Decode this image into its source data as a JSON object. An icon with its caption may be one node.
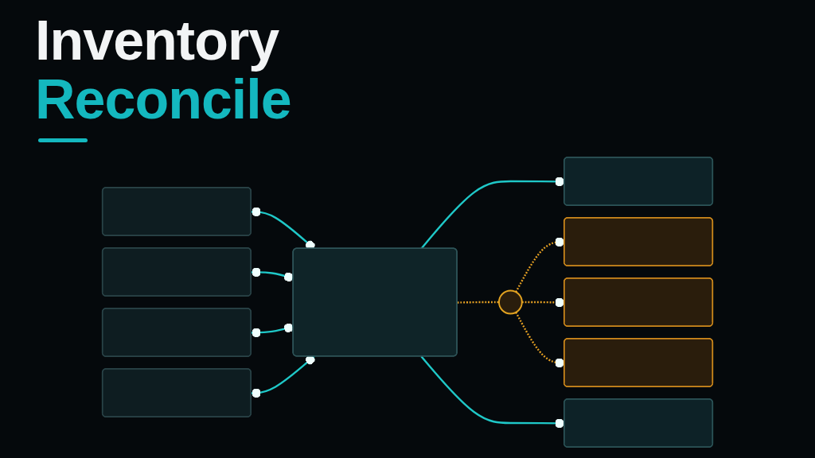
{
  "diagram": {
    "title": "Inventory Reconcile",
    "nodes": [
      {
        "text": [],
        "shape": "box"
      },
      {
        "text": [],
        "shape": "box"
      },
      {
        "text": [],
        "shape": "box"
      },
      {
        "text": [],
        "shape": "box"
      },
      {
        "text": [],
        "shape": "box"
      },
      {
        "text": [],
        "shape": "box"
      },
      {
        "text": [],
        "shape": "circle"
      },
      {
        "text": [],
        "shape": "box"
      },
      {
        "text": [],
        "shape": "box"
      },
      {
        "text": [],
        "shape": "box"
      },
      {
        "text": [],
        "shape": "box"
      }
    ],
    "edges": [
      {
        "from": 0,
        "to": 4,
        "arrow": "other"
      },
      {
        "from": 1,
        "to": 4,
        "arrow": "other"
      },
      {
        "from": 2,
        "to": 4,
        "arrow": "other"
      },
      {
        "from": 3,
        "to": 4,
        "arrow": "other"
      },
      {
        "from": 4,
        "to": 5,
        "arrow": "other"
      },
      {
        "from": 4,
        "to": 6,
        "arrow": "none",
        "style": "dashed",
        "color": "#e5a023"
      },
      {
        "from": 6,
        "to": 7,
        "arrow": "other",
        "style": "dashed",
        "color": "#e5a023"
      },
      {
        "from": 6,
        "to": 8,
        "arrow": "other",
        "style": "dashed",
        "color": "#e5a023"
      },
      {
        "from": 6,
        "to": 9,
        "arrow": "other",
        "style": "dashed",
        "color": "#e5a023"
      },
      {
        "from": 4,
        "to": 10,
        "arrow": "other"
      }
    ]
  }
}
